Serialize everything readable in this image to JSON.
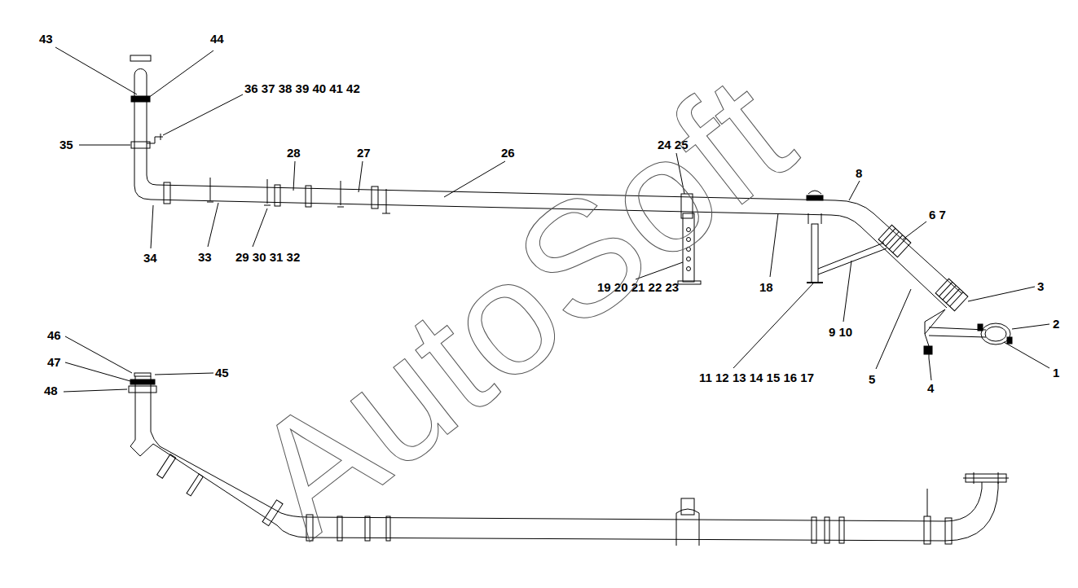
{
  "diagram": {
    "labels": [
      "43",
      "44",
      "36 37 38 39 40 41 42",
      "35",
      "28",
      "27",
      "26",
      "24 25",
      "8",
      "6 7",
      "3",
      "2",
      "1",
      "4",
      "5",
      "9 10",
      "11 12 13 14 15 16 17",
      "18",
      "19 20 21 22 23",
      "34",
      "33",
      "29 30 31 32",
      "46",
      "45",
      "47",
      "48",
      "AutoSoft"
    ]
  }
}
